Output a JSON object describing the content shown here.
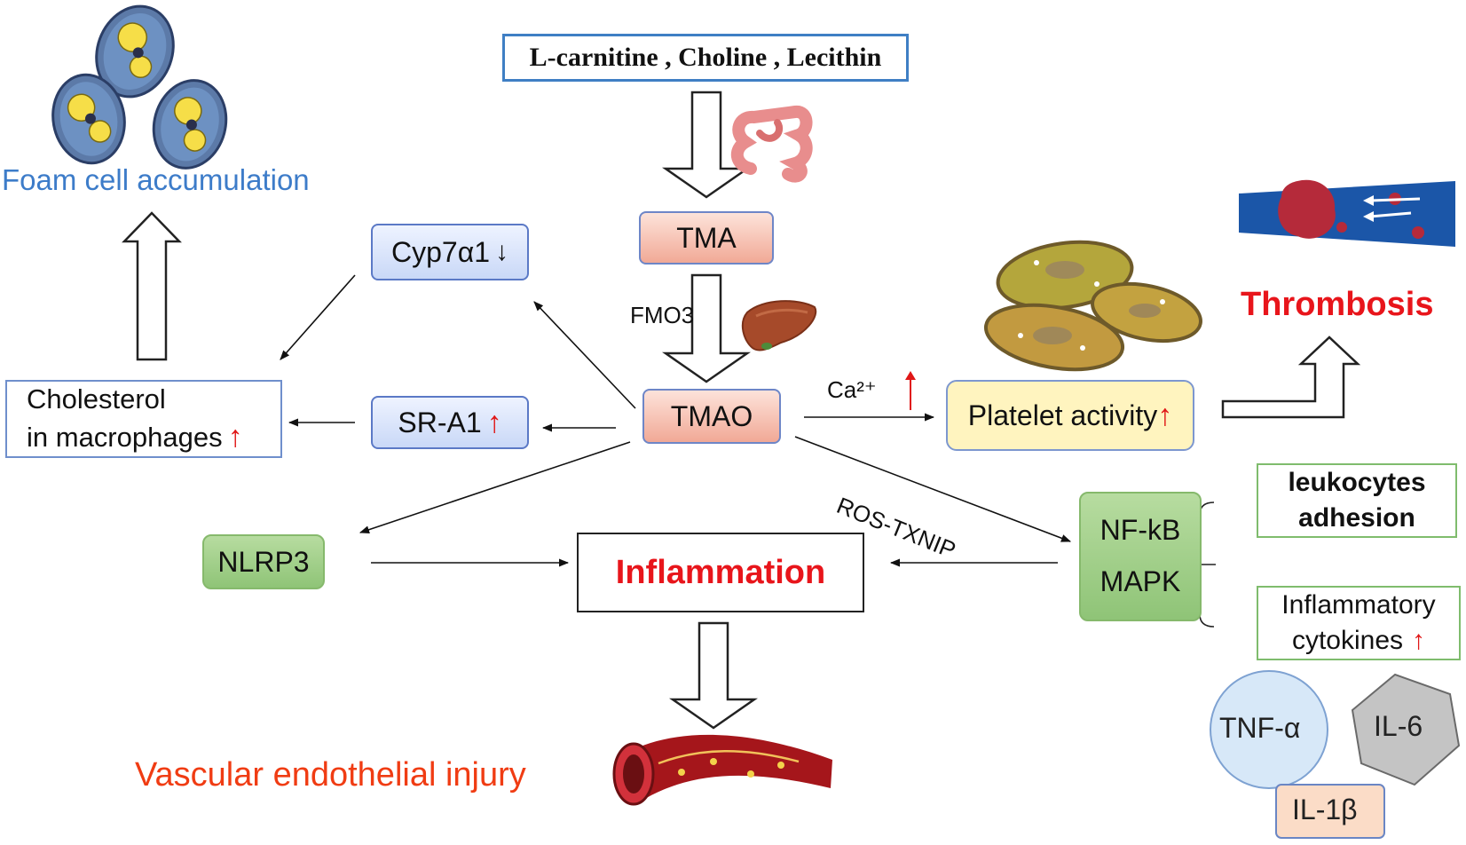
{
  "sources": "L-carnitine , Choline , Lecithin",
  "tma": "TMA",
  "fmo3": "FMO3",
  "tmao": "TMAO",
  "cyp": "Cyp7α1",
  "sra1": "SR-A1",
  "cholesterol": [
    "Cholesterol",
    "in macrophages"
  ],
  "foam": "Foam cell accumulation",
  "nlrp3": "NLRP3",
  "inflammation": "Inflammation",
  "vascular": "Vascular endothelial injury",
  "ca": "Ca²⁺",
  "platelet": "Platelet activity",
  "thrombosis": "Thrombosis",
  "ros": "ROS-TXNIP",
  "nfkb": "NF-kB",
  "mapk": "MAPK",
  "leuko": [
    "leukocytes",
    "adhesion"
  ],
  "cytokines": [
    "Inflammatory",
    "cytokines"
  ],
  "tnf": "TNF-α",
  "il6": "IL-6",
  "il1b": "IL-1β",
  "arrow_up": "↑",
  "arrow_down": "↓",
  "colors": {
    "foam": "#3d7cc9",
    "red": "#e8151b",
    "orange_red": "#f03c13"
  }
}
